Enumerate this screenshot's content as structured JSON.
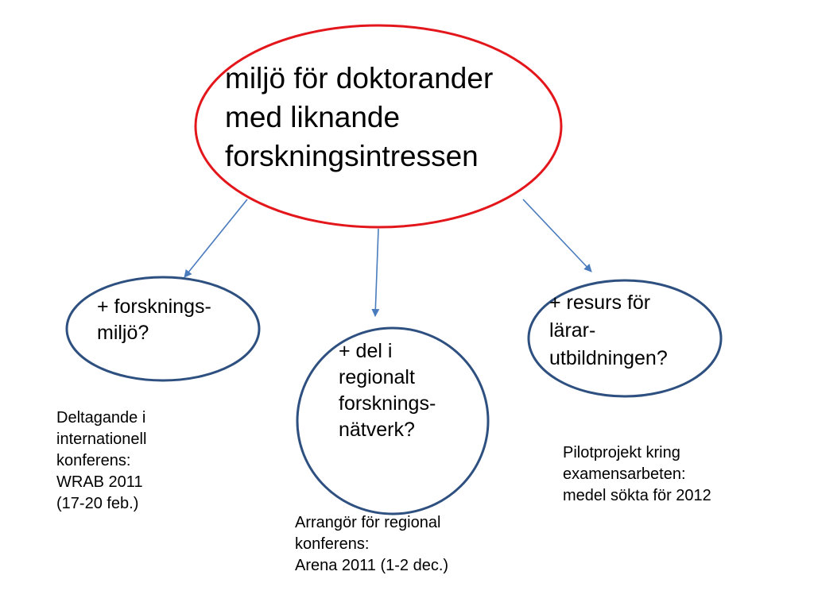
{
  "colors": {
    "main_ellipse_stroke": "#e3161b",
    "node_ellipse_stroke": "#2e5080",
    "arrow": "#4a7bbd",
    "text": "#000000"
  },
  "main_node": {
    "lines": [
      "miljö för doktorander",
      "med liknande",
      "forskningsintressen"
    ]
  },
  "left_node": {
    "lines": [
      "+ forsknings-",
      "miljö?"
    ]
  },
  "middle_node": {
    "lines": [
      "+ del i",
      "regionalt",
      "forsknings-",
      "nätverk?"
    ]
  },
  "right_node": {
    "lines": [
      "+ resurs för",
      "lärar-",
      "utbildningen?"
    ]
  },
  "notes": {
    "left": [
      "Deltagande i",
      "internationell",
      "konferens:",
      "WRAB 2011",
      "(17-20 feb.)"
    ],
    "middle": [
      "Arrangör för regional",
      "konferens:",
      "Arena 2011 (1-2 dec.)"
    ],
    "right": [
      "Pilotprojekt kring",
      "examensarbeten:",
      "medel sökta för 2012"
    ]
  }
}
